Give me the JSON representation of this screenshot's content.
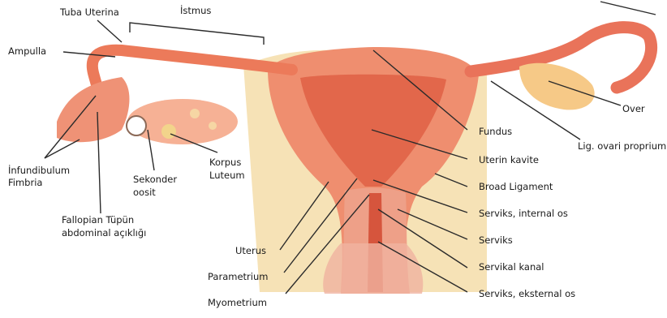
{
  "diagram": {
    "labels": {
      "tuba_uterina": "Tuba Uterina",
      "istmus": "İstmus",
      "ampulla": "Ampulla",
      "infundibulum": "İnfundibulum",
      "fimbria": "Fimbria",
      "fallopian_1": "Fallopian Tüpün",
      "fallopian_2": "abdominal açıklığı",
      "sekonder_1": "Sekonder",
      "sekonder_2": "oosit",
      "korpus_1": "Korpus",
      "korpus_2": "Luteum",
      "uterus": "Uterus",
      "parametrium": "Parametrium",
      "myometrium": "Myometrium",
      "fundus": "Fundus",
      "uterin_kavite": "Uterin kavite",
      "broad_ligament": "Broad Ligament",
      "serviks_internal": "Serviks, internal os",
      "serviks": "Serviks",
      "servikal_kanal": "Servikal kanal",
      "serviks_eksternal": "Serviks, eksternal os",
      "over": "Over",
      "lig_ovari": "Lig. ovari proprium"
    },
    "colors": {
      "tissue_light": "#f4a58c",
      "tissue_mid": "#ea7a5c",
      "tissue_dark": "#d9553f",
      "ligament": "#f5d9a8",
      "ovary": "#f7d58a",
      "leader": "#2b2b2b"
    }
  }
}
